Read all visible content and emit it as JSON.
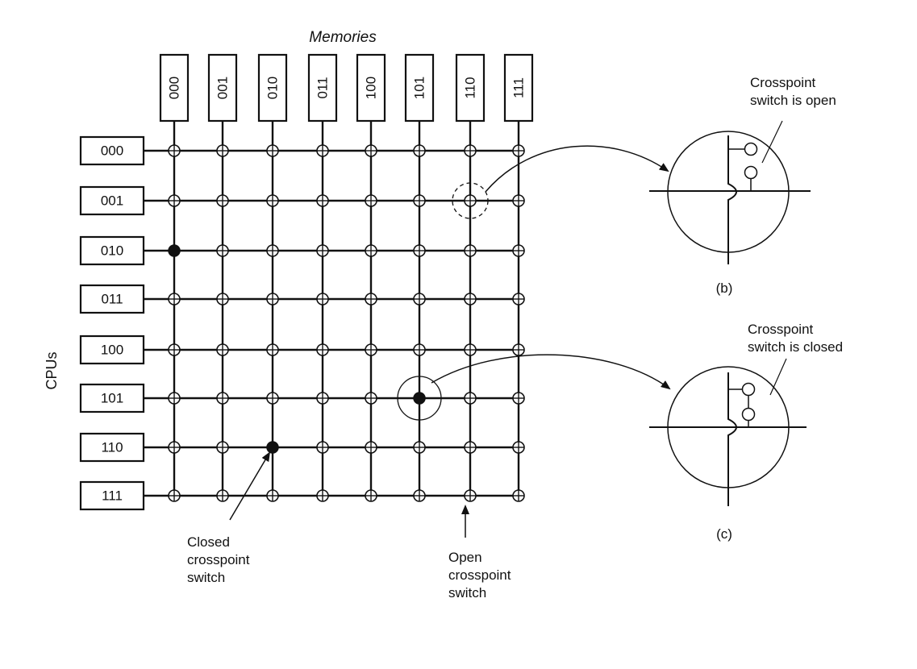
{
  "memories_label": "Memories",
  "cpus_label": "CPUs",
  "memory_labels": [
    "000",
    "001",
    "010",
    "011",
    "100",
    "101",
    "110",
    "111"
  ],
  "cpu_labels": [
    "000",
    "001",
    "010",
    "011",
    "100",
    "101",
    "110",
    "111"
  ],
  "closed_switches": [
    {
      "cpu": 2,
      "memory": 0
    },
    {
      "cpu": 5,
      "memory": 5
    },
    {
      "cpu": 6,
      "memory": 2
    }
  ],
  "annotations": {
    "closed_switch": [
      "Closed",
      "crosspoint",
      "switch"
    ],
    "open_switch": [
      "Open",
      "crosspoint",
      "switch"
    ]
  },
  "detail_b": {
    "caption": [
      "Crosspoint",
      "switch is open"
    ],
    "label": "(b)"
  },
  "detail_c": {
    "caption": [
      "Crosspoint",
      "switch is closed"
    ],
    "label": "(c)"
  },
  "colors": {
    "line": "#111111",
    "background": "#ffffff"
  }
}
